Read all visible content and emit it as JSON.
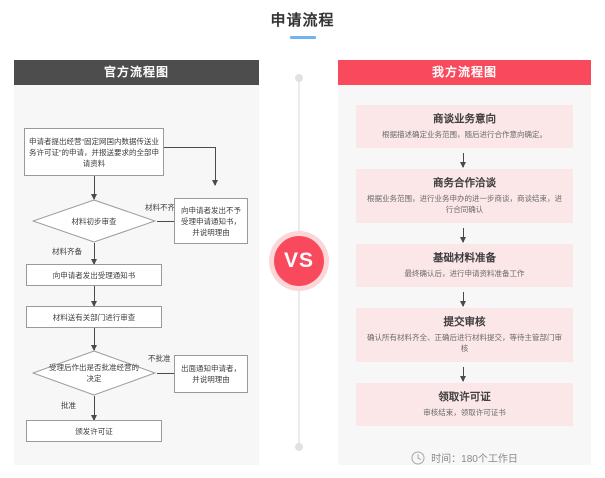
{
  "page": {
    "title": "申请流程",
    "accent_blue": "#6fb4ef",
    "accent_red": "#f9495c",
    "panel_bg": "#f7f7f7",
    "card_bg": "#fbe6e8"
  },
  "divider": {
    "vs_label": "VS"
  },
  "official": {
    "header": "官方流程图",
    "nodes": [
      {
        "id": "apply",
        "type": "box",
        "text": "申请者提出经营“固定网国内数据传送业务许可证”的申请，并报送要求的全部申请资料"
      },
      {
        "id": "review1",
        "type": "diamond",
        "text": "材料初步审查"
      },
      {
        "id": "reject1",
        "type": "box",
        "text": "向申请者发出不予受理申请通知书，并说明理由"
      },
      {
        "id": "accept",
        "type": "box",
        "text": "向申请者发出受理通知书"
      },
      {
        "id": "dispatch",
        "type": "box",
        "text": "材料送有关部门进行审查"
      },
      {
        "id": "decision",
        "type": "diamond",
        "text": "受理后作出是否批准经营的决定"
      },
      {
        "id": "reject2",
        "type": "box",
        "text": "出面通知申请者，并说明理由"
      },
      {
        "id": "issue",
        "type": "box",
        "text": "颁发许可证"
      }
    ],
    "labels": {
      "incomplete": "材料不齐",
      "complete": "材料齐备",
      "not_approved": "不批准",
      "approved": "批准"
    }
  },
  "ours": {
    "header": "我方流程图",
    "steps": [
      {
        "title": "商谈业务意向",
        "desc": "根据描述确定业务范围，随后进行合作意向确定。"
      },
      {
        "title": "商务合作洽谈",
        "desc": "根据业务范围，进行业务申办的进一步商谈，商谈结束，进行合同确认"
      },
      {
        "title": "基础材料准备",
        "desc": "最终确认后，进行申请资料准备工作"
      },
      {
        "title": "提交审核",
        "desc": "确认所有材料齐全、正确后进行材料提交，等待主管部门审核"
      },
      {
        "title": "领取许可证",
        "desc": "审核结束，领取许可证书"
      }
    ],
    "footer": {
      "icon": "clock-icon",
      "text": "时间：180个工作日"
    }
  }
}
